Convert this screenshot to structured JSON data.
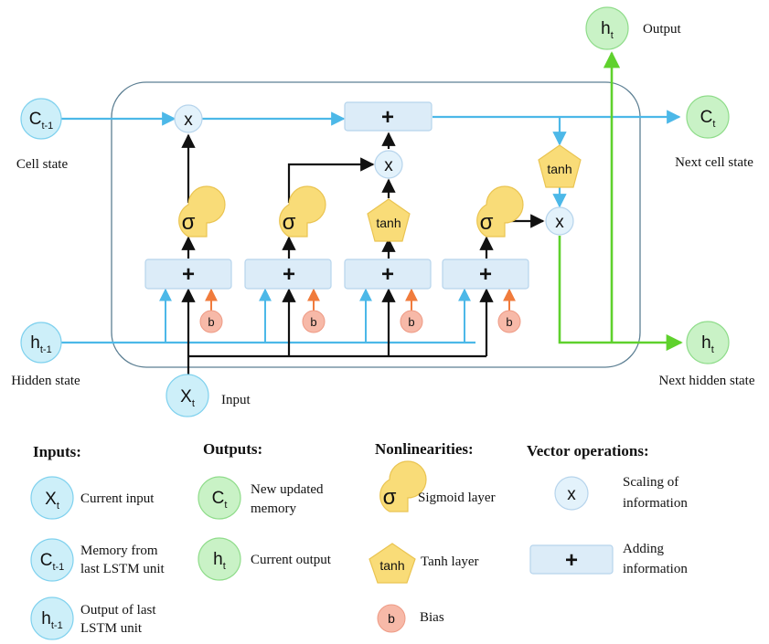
{
  "colors": {
    "blue_node": "#cdeff9",
    "blue_stroke": "#7fd1ee",
    "blue_line": "#4cb8e8",
    "green_node": "#c9f2c6",
    "green_stroke": "#8fdc8a",
    "green_line": "#5fd12d",
    "yellow": "#f9dc78",
    "yellow_stroke": "#eac451",
    "bias": "#f7b9a8",
    "bias_stroke": "#ee9a84",
    "bias_arrow": "#f07b3c",
    "box_fill": "#dcecf8",
    "box_stroke": "#b6d4ec",
    "scale_fill": "#e3f2fb",
    "black": "#111111"
  },
  "diagram": {
    "nodes": {
      "c_prev": {
        "base": "C",
        "sub": "t-1"
      },
      "h_prev": {
        "base": "h",
        "sub": "t-1"
      },
      "x_t": {
        "base": "X",
        "sub": "t"
      },
      "c_t": {
        "base": "C",
        "sub": "t"
      },
      "h_t_next": {
        "base": "h",
        "sub": "t"
      },
      "h_t_out": {
        "base": "h",
        "sub": "t"
      }
    },
    "labels": {
      "cell_state": "Cell state",
      "hidden_state": "Hidden state",
      "input": "Input",
      "output": "Output",
      "next_cell_state": "Next cell state",
      "next_hidden_state": "Next hidden state"
    },
    "symbols": {
      "multiply": "x",
      "add": "+",
      "sigma": "σ",
      "tanh": "tanh",
      "bias": "b"
    }
  },
  "legend": {
    "inputs": {
      "title": "Inputs:",
      "items": [
        {
          "base": "X",
          "sub": "t",
          "text": [
            "Current input"
          ]
        },
        {
          "base": "C",
          "sub": "t-1",
          "text": [
            "Memory from",
            "last LSTM unit"
          ]
        },
        {
          "base": "h",
          "sub": "t-1",
          "text": [
            "Output of last",
            "LSTM unit"
          ]
        }
      ]
    },
    "outputs": {
      "title": "Outputs:",
      "items": [
        {
          "base": "C",
          "sub": "t",
          "text": [
            "New updated",
            "memory"
          ]
        },
        {
          "base": "h",
          "sub": "t",
          "text": [
            "Current output"
          ]
        }
      ]
    },
    "nonlinearities": {
      "title": "Nonlinearities:",
      "items": [
        {
          "symbol": "σ",
          "text": [
            "Sigmoid layer"
          ]
        },
        {
          "symbol": "tanh",
          "text": [
            "Tanh layer"
          ]
        },
        {
          "symbol": "b",
          "text": [
            "Bias"
          ]
        }
      ]
    },
    "vector_ops": {
      "title": "Vector operations:",
      "items": [
        {
          "symbol": "x",
          "text": [
            "Scaling of",
            "information"
          ]
        },
        {
          "symbol": "+",
          "text": [
            "Adding",
            "information"
          ]
        }
      ]
    }
  }
}
